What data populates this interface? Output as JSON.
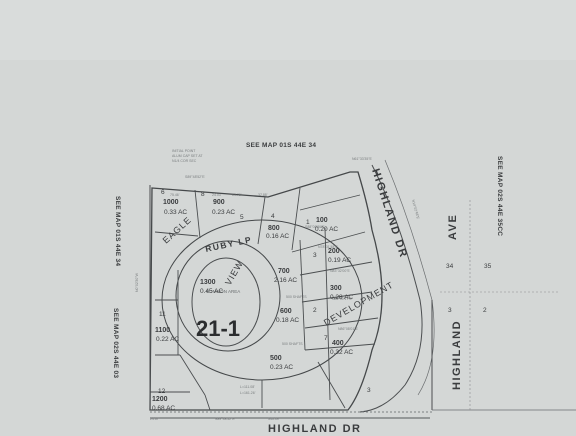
{
  "refs": {
    "top": "SEE MAP 01S 44E 34",
    "left_upper": "SEE MAP 01S 44E 34",
    "left_lower": "SEE MAP 02S 44E 03",
    "right": "SEE MAP 02S 44E 35CC"
  },
  "streets": {
    "highland_dr_right": "HIGHLAND DR",
    "highland_ave": "AVE",
    "highland_lower": "HIGHLAND",
    "highland_dr_bottom": "HIGHLAND DR",
    "ruby_lp": "RUBY LP"
  },
  "subdivision": {
    "eagle": "EAGLE",
    "view": "VIEW",
    "development": "DEVELOPMENT",
    "common_area": "COMMON AREA"
  },
  "map_number": "21-1",
  "lots": [
    {
      "no": "1000",
      "ac": "0.33 AC"
    },
    {
      "no": "900",
      "ac": "0.23 AC"
    },
    {
      "no": "800",
      "ac": "0.16 AC"
    },
    {
      "no": "100",
      "ac": "0.20 AC"
    },
    {
      "no": "200",
      "ac": "0.19 AC"
    },
    {
      "no": "700",
      "ac": "2.16 AC"
    },
    {
      "no": "300",
      "ac": "0.28 AC"
    },
    {
      "no": "600",
      "ac": "0.18 AC"
    },
    {
      "no": "1300",
      "ac": "0.45 AC"
    },
    {
      "no": "1100",
      "ac": "0.22 AC"
    },
    {
      "no": "500",
      "ac": "0.23 AC"
    },
    {
      "no": "400",
      "ac": "0.32 AC"
    },
    {
      "no": "1200",
      "ac": "0.68 AC"
    }
  ],
  "lot_numbers": [
    "6",
    "8",
    "5",
    "4",
    "1",
    "2",
    "3",
    "7",
    "11",
    "12",
    "3"
  ],
  "section_numbers": [
    "34",
    "35",
    "3",
    "2"
  ],
  "colors": {
    "paper": "#d4d7d6",
    "ink": "#3a3d3f"
  }
}
